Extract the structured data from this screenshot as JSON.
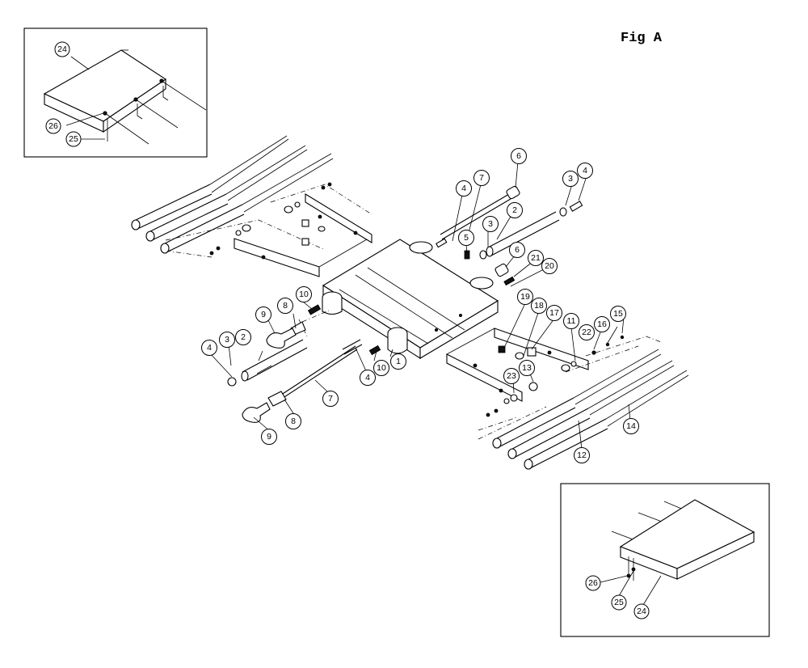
{
  "figure": {
    "title": "Fig A"
  },
  "callouts": {
    "c1": "1",
    "c2a": "2",
    "c2b": "2",
    "c3a": "3",
    "c3b": "3",
    "c3c": "3",
    "c4a": "4",
    "c4b": "4",
    "c4c": "4",
    "c4d": "4",
    "c5": "5",
    "c6a": "6",
    "c6b": "6",
    "c7a": "7",
    "c7b": "7",
    "c8a": "8",
    "c8b": "8",
    "c9a": "9",
    "c9b": "9",
    "c10a": "10",
    "c10b": "10",
    "c11": "11",
    "c12": "12",
    "c13": "13",
    "c14": "14",
    "c15": "15",
    "c16": "16",
    "c17": "17",
    "c18": "18",
    "c19": "19",
    "c20": "20",
    "c21": "21",
    "c22": "22",
    "c23": "23"
  },
  "inset_top": {
    "table": "24",
    "screw": "25",
    "washer": "26"
  },
  "inset_bottom": {
    "table": "24",
    "screw": "25",
    "washer": "26"
  }
}
